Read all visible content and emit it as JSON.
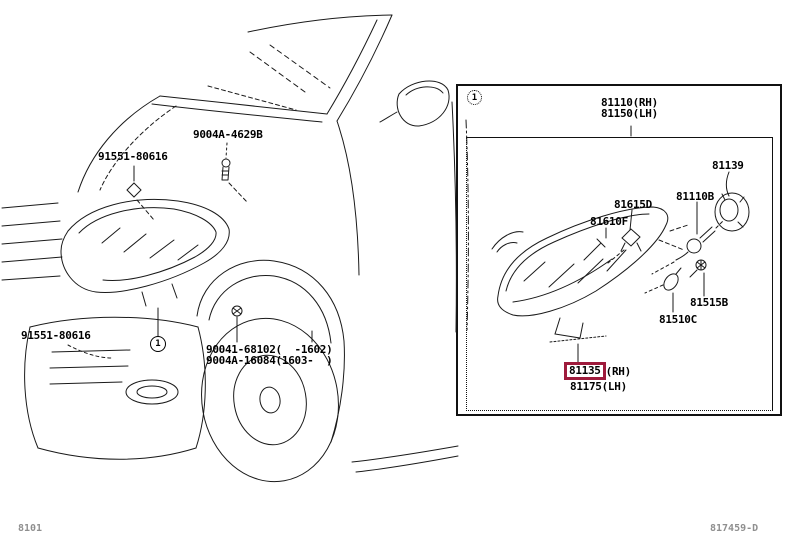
{
  "window": {
    "footer_left_code": "8101",
    "footer_right_code": "817459-D"
  },
  "vehicle_view": {
    "callout_number": "1",
    "clip_label_upper": "91551-80616",
    "screw_label": "9004A-4629B",
    "clip_label_lower": "91551-80616",
    "bolt_note_line1": "90041-68102(  -1602)",
    "bolt_note_line2": "9004A-16084(1603-  )"
  },
  "detail_panel": {
    "corner_callout_number": "1",
    "assembly_rh": "81110(RH)",
    "assembly_lh": "81150(LH)",
    "parts": {
      "retainer": "81139",
      "bulb": "81110B",
      "socket": "81615D",
      "screw": "81610F",
      "screw_small": "81515B",
      "bulb_small": "81510C"
    },
    "highlight": {
      "part_no": "81135",
      "rh_suffix": "(RH)",
      "lh_line": "81175(LH)"
    }
  },
  "colors": {
    "highlight_box": "#9e1b3c",
    "line": "#1a1a1a",
    "footer_text": "#8f8f8f"
  }
}
